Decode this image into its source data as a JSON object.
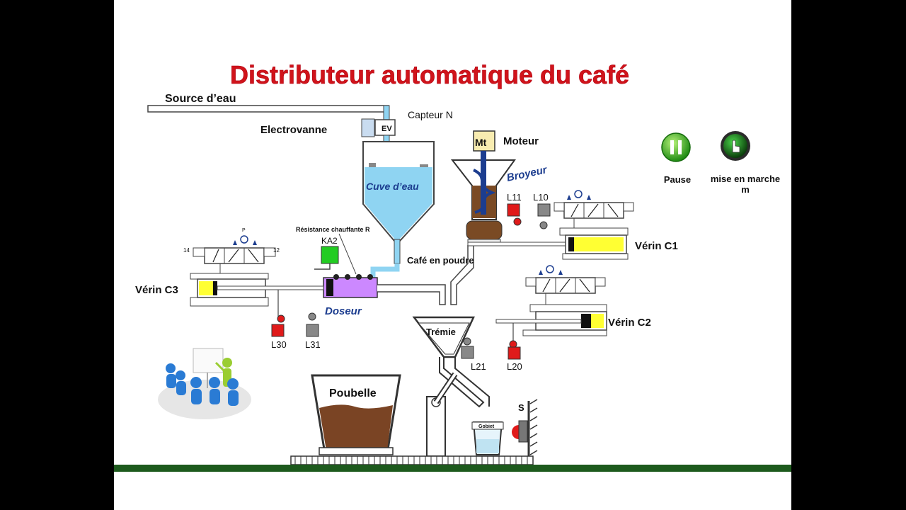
{
  "title": "Distributeur automatique du café",
  "labels": {
    "source": "Source d’eau",
    "capteur": "Capteur N",
    "electrovanne": "Electrovanne",
    "ev": "EV",
    "moteur": "Moteur",
    "mt": "Mt",
    "broyeur": "Broyeur",
    "cuve": "Cuve d’eau",
    "resistance": "Résistance chauffante R",
    "ka2": "KA2",
    "cafe_poudre": "Café en poudre",
    "doseur": "Doseur",
    "verin_c1": "Vérin C1",
    "verin_c2": "Vérin C2",
    "verin_c3": "Vérin C3",
    "tremie": "Trémie",
    "poubelle": "Poubelle",
    "gobelet": "Gobiet",
    "s": "S",
    "l10": "L10",
    "l11": "L11",
    "l20": "L20",
    "l21": "L21",
    "l30": "L30",
    "l31": "L31",
    "port14": "14",
    "port12": "12",
    "p": "P"
  },
  "controls": {
    "pause_label": "Pause",
    "start_label": "mise en marche",
    "start_label2": "m"
  },
  "colors": {
    "title": "#d0141b",
    "water": "#8fd4f2",
    "cylinder_piston": "#ffff33",
    "doseur": "#cc88ff",
    "sensor_active": "#e01a1a",
    "sensor_inactive": "#888888",
    "ka2": "#22cc22",
    "ground": "#1d5a1d",
    "label_blue": "#1c3d8f"
  }
}
